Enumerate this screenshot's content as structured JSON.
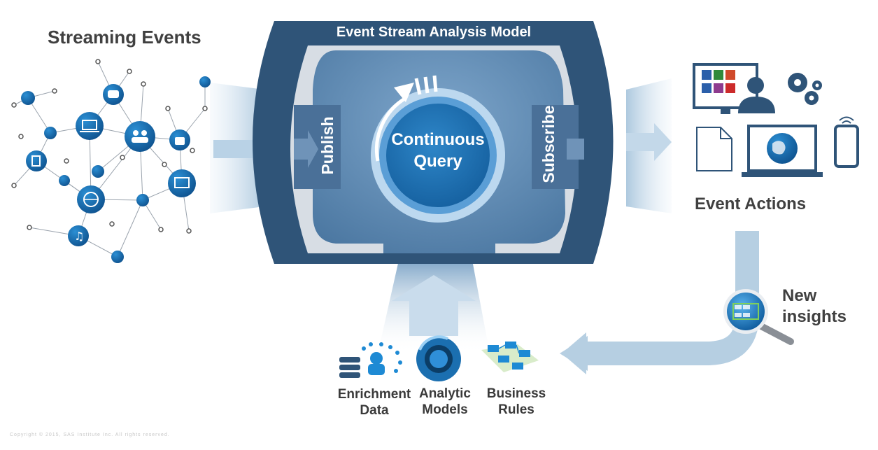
{
  "streaming": {
    "title": "Streaming Events"
  },
  "model": {
    "title": "Event Stream Analysis Model",
    "publish": "Publish",
    "subscribe": "Subscribe",
    "query_line1": "Continuous",
    "query_line2": "Query"
  },
  "actions": {
    "title": "Event Actions"
  },
  "insights": {
    "line1": "New",
    "line2": "insights"
  },
  "sources": [
    {
      "line1": "Enrichment",
      "line2": "Data",
      "icon": "database-icon"
    },
    {
      "line1": "Analytic",
      "line2": "Models",
      "icon": "analytic-ring-icon"
    },
    {
      "line1": "Business",
      "line2": "Rules",
      "icon": "flowchart-icon"
    }
  ],
  "copyright": "Copyright © 2015, SAS Institute Inc. All rights reserved.",
  "colors": {
    "navy": "#2f5478",
    "mid_blue": "#4a7098",
    "accent_blue": "#1b6fb0",
    "light_blue": "#a9c6dd",
    "text_dark": "#404040"
  }
}
